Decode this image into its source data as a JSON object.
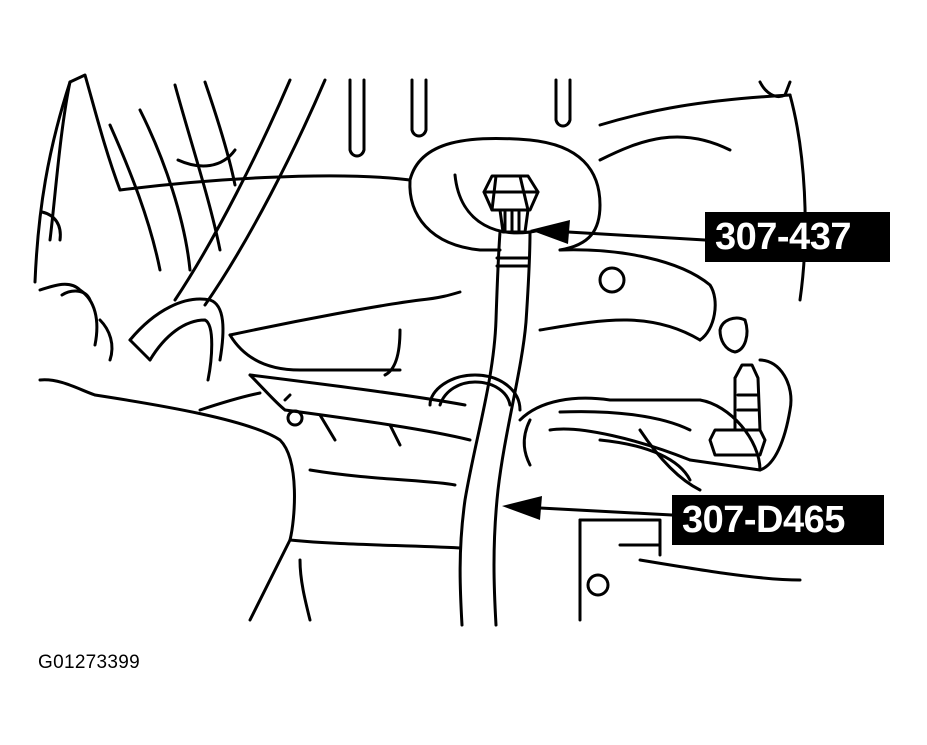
{
  "callouts": [
    {
      "label": "307-437"
    },
    {
      "label": "307-D465"
    }
  ],
  "figure_id": "G01273399"
}
